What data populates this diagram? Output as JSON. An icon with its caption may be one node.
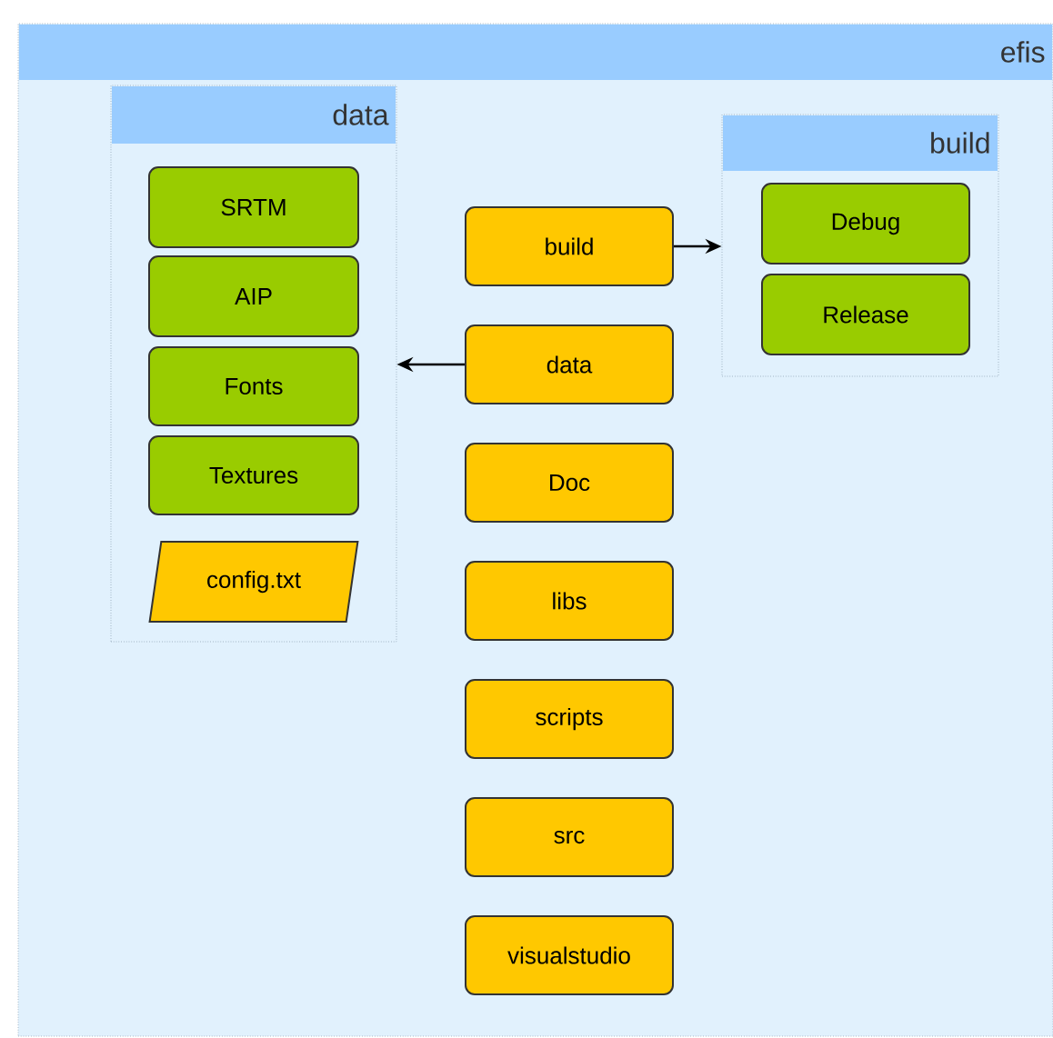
{
  "diagram": {
    "nodes": [
      {
        "text": [
          "efis"
        ]
      },
      {
        "text": [
          "data"
        ],
        "in": 0
      },
      {
        "text": [
          "SRTM"
        ],
        "in": 1
      },
      {
        "text": [
          "AIP"
        ],
        "in": 1
      },
      {
        "text": [
          "Fonts"
        ],
        "in": 1
      },
      {
        "text": [
          "Textures"
        ],
        "in": 1
      },
      {
        "text": [
          "config.txt"
        ],
        "in": 1
      },
      {
        "text": [
          "build"
        ],
        "in": 0
      },
      {
        "text": [
          "Debug"
        ],
        "in": 7
      },
      {
        "text": [
          "Release"
        ],
        "in": 7
      },
      {
        "text": [
          "build"
        ],
        "in": 0
      },
      {
        "text": [
          "data"
        ],
        "in": 0
      },
      {
        "text": [
          "Doc"
        ],
        "in": 0
      },
      {
        "text": [
          "libs"
        ],
        "in": 0
      },
      {
        "text": [
          "scripts"
        ],
        "in": 0
      },
      {
        "text": [
          "src"
        ],
        "in": 0
      },
      {
        "text": [
          "visualstudio"
        ],
        "in": 0
      }
    ],
    "edges": [
      {
        "from": 10,
        "to": 7,
        "arrow": "to"
      },
      {
        "from": 11,
        "to": 1,
        "arrow": "to"
      }
    ]
  }
}
